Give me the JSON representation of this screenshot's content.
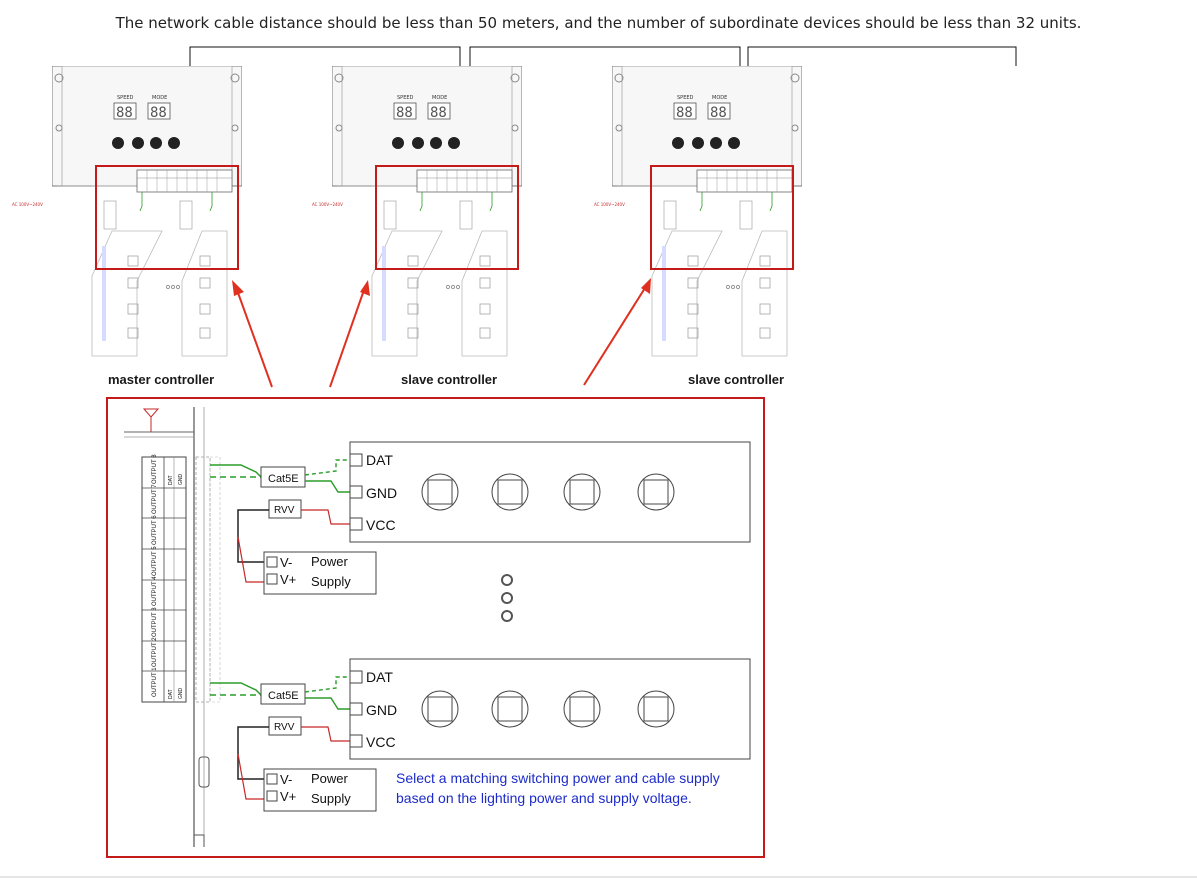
{
  "headline": "The network cable distance should be less than 50 meters, and the number of subordinate devices should be less than 32 units.",
  "controllers": [
    {
      "label": "master controller",
      "ac_label": "AC 100V~240V",
      "speed_label": "SPEED",
      "mode_label": "MODE"
    },
    {
      "label": "slave controller",
      "ac_label": "AC 100V~240V",
      "speed_label": "SPEED",
      "mode_label": "MODE"
    },
    {
      "label": "slave controller",
      "ac_label": "AC 100V~240V",
      "speed_label": "SPEED",
      "mode_label": "MODE"
    }
  ],
  "detail": {
    "output_ports": [
      "OUTPUT 1",
      "OUTPUT 2",
      "OUTPUT 3",
      "OUTPUT 4",
      "OUTPUT 5",
      "OUTPUT 6",
      "OUTPUT 7",
      "OUTPUT 8"
    ],
    "pin_labels": [
      "DAT",
      "GND"
    ],
    "channels": [
      {
        "cable": "Cat5E",
        "power_cable": "RVV",
        "pins": [
          "DAT",
          "GND",
          "VCC"
        ],
        "supply_pins": [
          "V-",
          "V+"
        ],
        "supply_label_1": "Power",
        "supply_label_2": "Supply"
      },
      {
        "cable": "Cat5E",
        "power_cable": "RVV",
        "pins": [
          "DAT",
          "GND",
          "VCC"
        ],
        "supply_pins": [
          "V-",
          "V+"
        ],
        "supply_label_1": "Power",
        "supply_label_2": "Supply"
      }
    ],
    "note_line_1": "Select a matching switching power and cable supply",
    "note_line_2": "based on the lighting power and supply voltage."
  },
  "colors": {
    "frame_red": "#c41a1a",
    "arrow_red": "#e03020",
    "wire_green": "#2a9d2a",
    "wire_red": "#c62828",
    "note_blue": "#1d2bc9"
  }
}
